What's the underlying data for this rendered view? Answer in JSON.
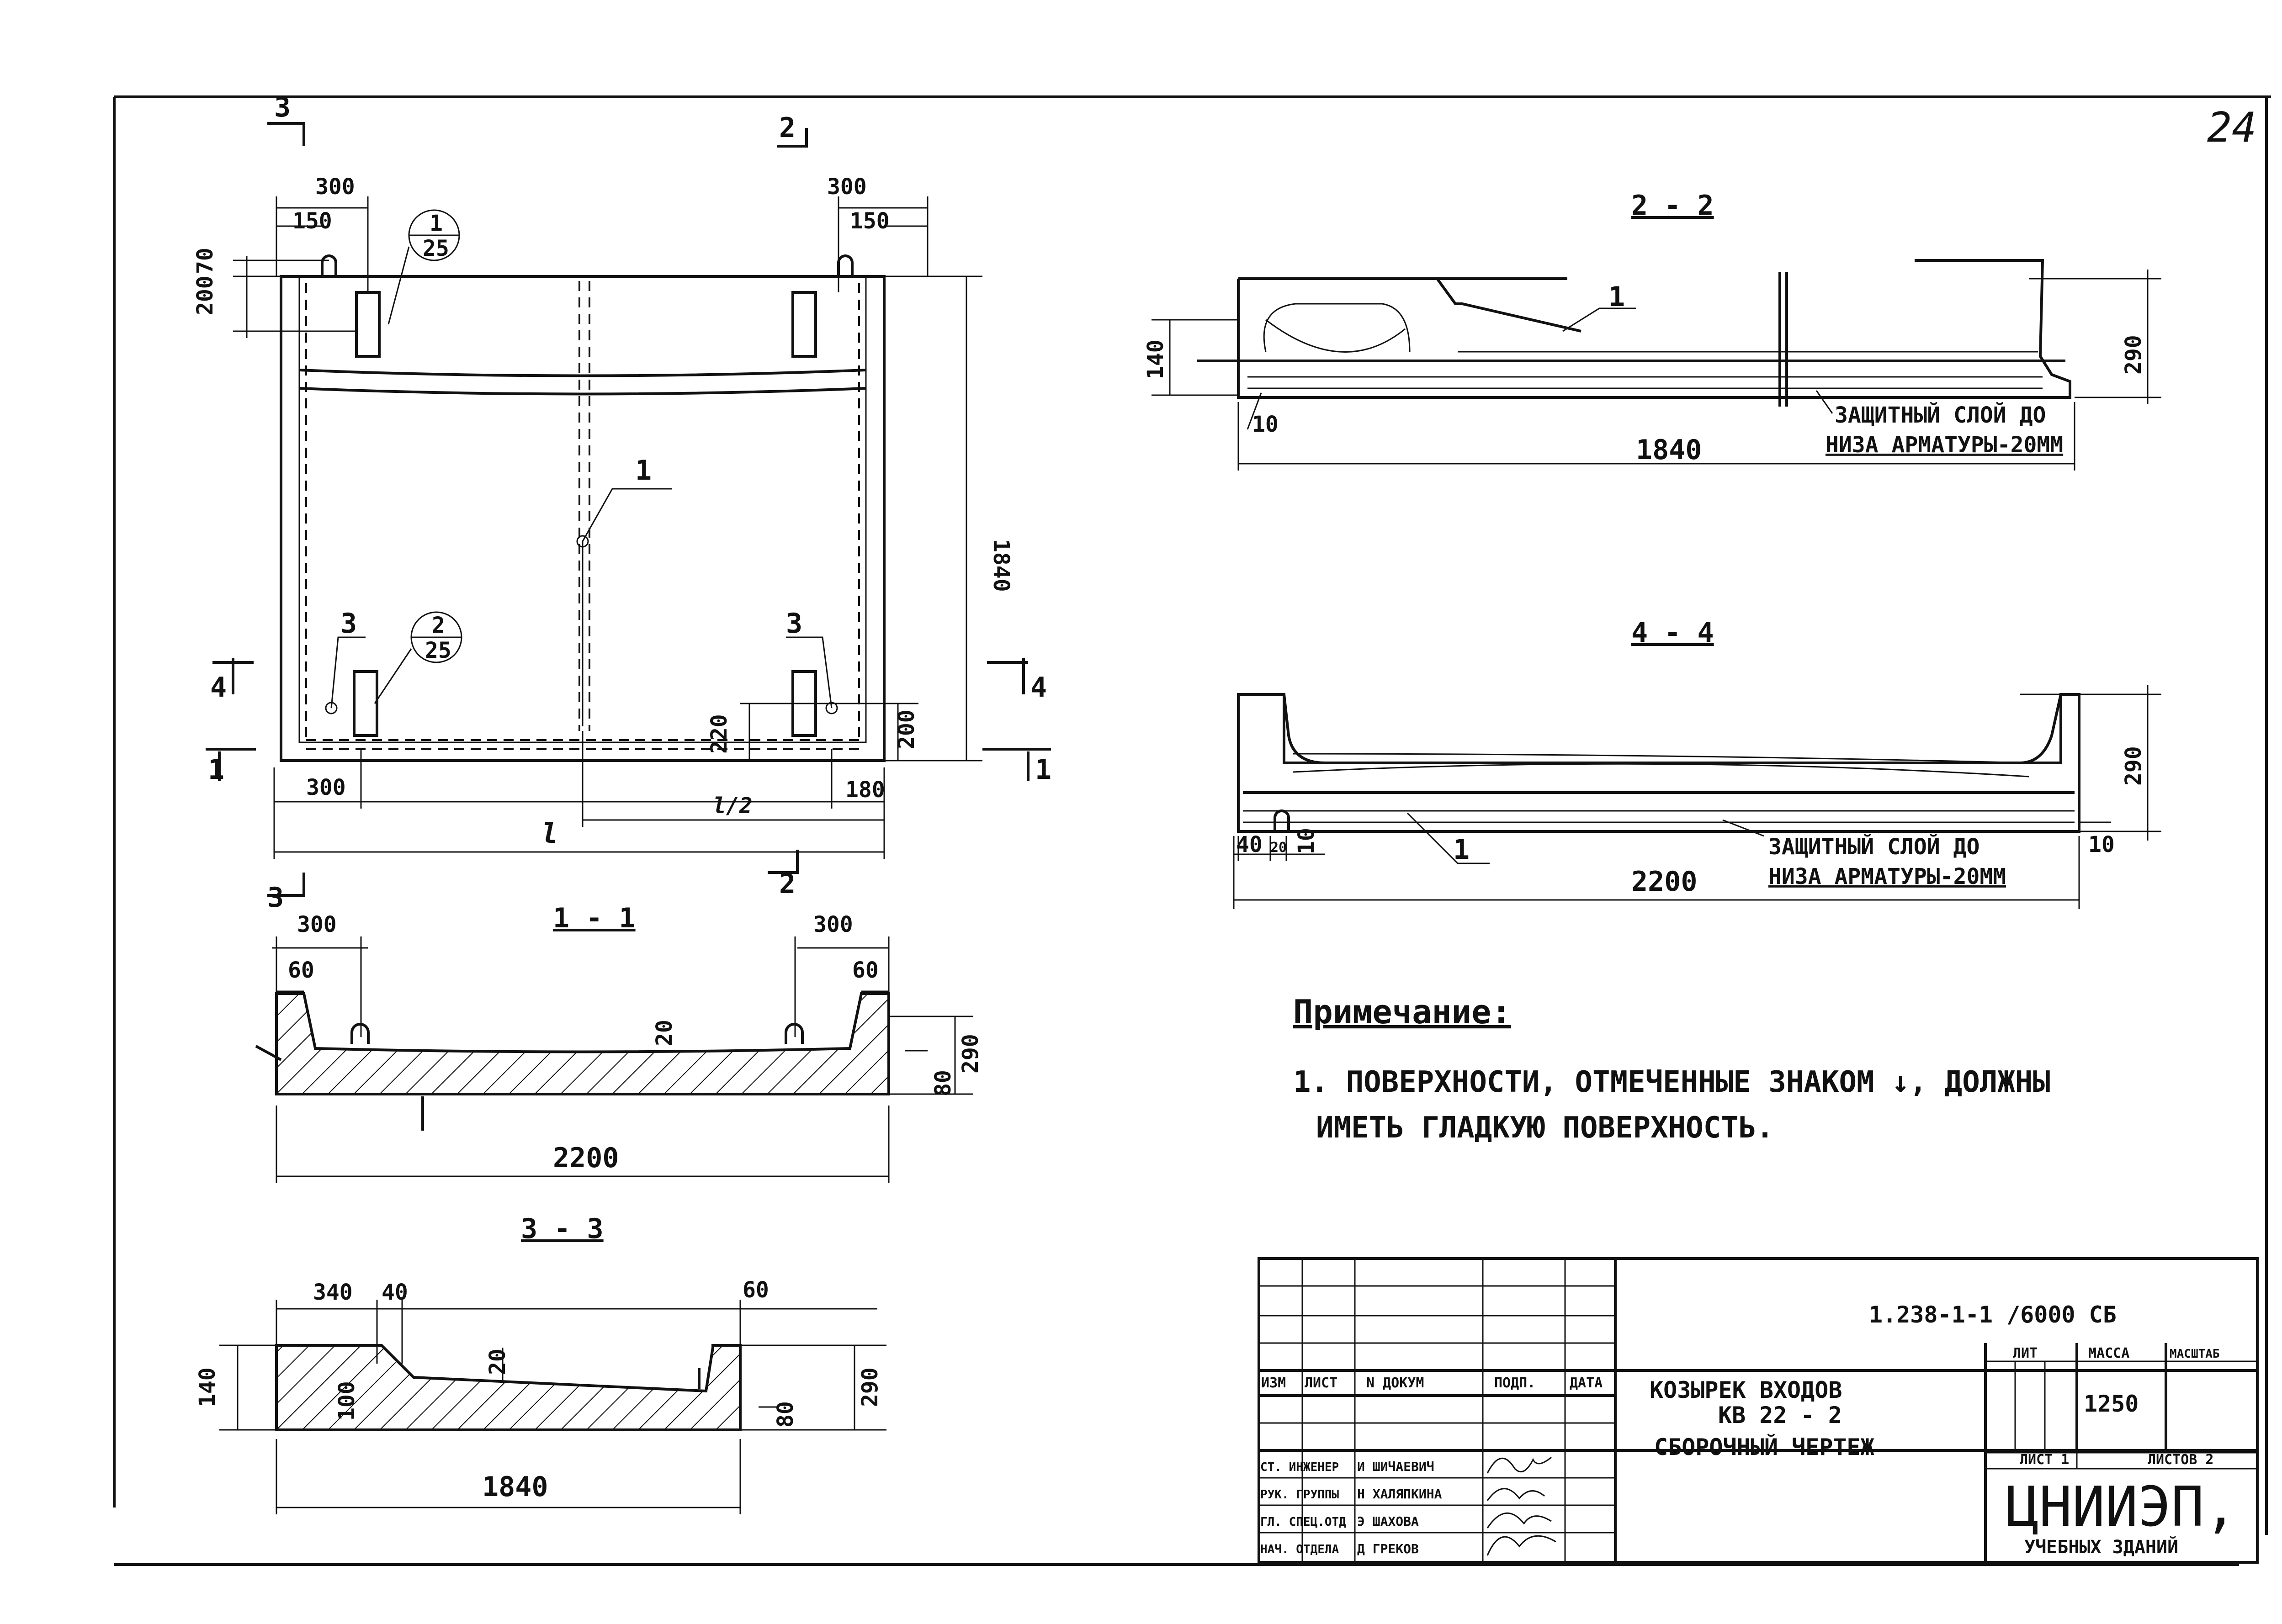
{
  "sheet": {
    "page_number": "24",
    "code": "1.238-1-1 /6000 СБ"
  },
  "plan": {
    "dims": {
      "d300_left": "300",
      "d150_left": "150",
      "d300_right": "300",
      "d150_right": "150",
      "d200": "200",
      "d70": "70",
      "d1840": "1840",
      "d220": "220",
      "d200_right": "200",
      "d300_bottom": "300",
      "d180": "180",
      "l": "l",
      "l_half": "l/2"
    },
    "markers": {
      "m1": "1",
      "m3a": "3",
      "m3b": "3"
    },
    "callouts": {
      "c1_top": "1",
      "c1_bottom": "25",
      "c2_top": "2",
      "c2_bottom": "25"
    },
    "cuts": {
      "s1": "1",
      "s2": "2",
      "s3": "3",
      "s4": "4"
    }
  },
  "section_1_1": {
    "title": "1 - 1",
    "dims": {
      "d300a": "300",
      "d300b": "300",
      "d60a": "60",
      "d60b": "60",
      "d20": "20",
      "d80": "80",
      "d290": "290",
      "d2200": "2200"
    }
  },
  "section_3_3": {
    "title": "3 - 3",
    "dims": {
      "d340": "340",
      "d40": "40",
      "d60": "60",
      "d20": "20",
      "d140": "140",
      "d100": "100",
      "d80": "80",
      "d290": "290",
      "d1840": "1840"
    }
  },
  "section_2_2": {
    "title": "2 - 2",
    "dims": {
      "d140": "140",
      "d10": "10",
      "d1840": "1840",
      "d290": "290"
    },
    "marker": "1",
    "note_line1": "ЗАЩИТНЫЙ СЛОЙ ДО",
    "note_line2": "НИЗА АРМАТУРЫ-20ММ"
  },
  "section_4_4": {
    "title": "4 - 4",
    "dims": {
      "d40": "40",
      "d20": "20",
      "d10a": "10",
      "d10b": "10",
      "d2200": "2200",
      "d290": "290"
    },
    "marker": "1",
    "note_line1": "ЗАЩИТНЫЙ СЛОЙ ДО",
    "note_line2": "НИЗА АРМАТУРЫ-20ММ"
  },
  "note": {
    "heading": "Примечание:",
    "line1": "1. ПОВЕРХНОСТИ, ОТМЕЧЕННЫЕ ЗНАКОМ ↓, ДОЛЖНЫ",
    "line2": "ИМЕТЬ ГЛАДКУЮ ПОВЕРХНОСТЬ."
  },
  "title_block": {
    "headers": [
      "ИЗМ",
      "ЛИСТ",
      "N ДОКУМ",
      "ПОДП.",
      "ДАТА"
    ],
    "roles": [
      "СТ. ИНЖЕНЕР",
      "РУК. ГРУППЫ",
      "ГЛ. СПЕЦ.ОТД",
      "НАЧ. ОТДЕЛА"
    ],
    "names": [
      "И ШИЧАЕВИЧ",
      "Н ХАЛЯПКИНА",
      "Э ШАХОВА",
      "Д ГРЕКОВ"
    ],
    "title_line1": "КОЗЫРЕК  ВХОДОВ",
    "title_line2": "КВ 22 - 2",
    "title_line3": "СБОРОЧНЫЙ ЧЕРТЕЖ",
    "col_lit": "ЛИТ",
    "col_mass": "МАССА",
    "col_scale": "МАСШТАБ",
    "mass_value": "1250",
    "sheet_label": "ЛИСТ 1",
    "sheets_label": "ЛИСТОВ 2",
    "org_line1": "ЦНИИЭП,",
    "org_line2": "УЧЕБНЫХ ЗДАНИЙ"
  }
}
